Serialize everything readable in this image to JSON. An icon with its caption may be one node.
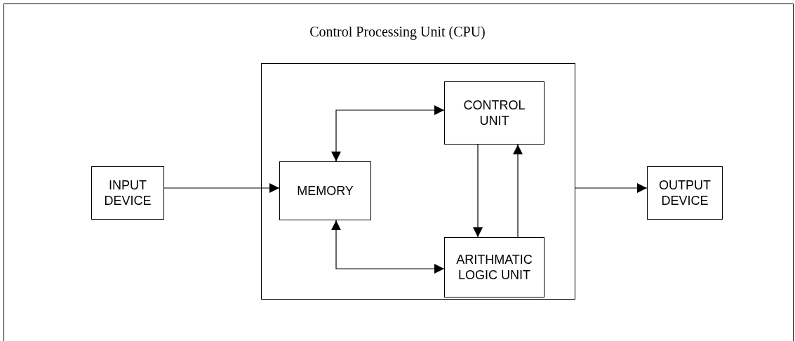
{
  "diagram": {
    "title": "Control Processing Unit (CPU)",
    "nodes": [
      {
        "text": [
          "INPUT DEVICE"
        ]
      },
      {
        "text": [],
        "shape": "box"
      },
      {
        "text": [
          "MEMORY"
        ],
        "in": 1
      },
      {
        "text": [
          "CONTROL UNIT"
        ],
        "in": 1
      },
      {
        "text": [
          "ARITHMATIC LOGIC UNIT"
        ],
        "in": 1
      },
      {
        "text": [
          "OUTPUT DEVICE"
        ]
      }
    ],
    "edges": [
      {
        "from": 0,
        "to": 2,
        "arrow": "to"
      },
      {
        "from": 2,
        "to": 3,
        "arrow": "both"
      },
      {
        "from": 2,
        "to": 4,
        "arrow": "both"
      },
      {
        "from": 3,
        "to": 4,
        "arrow": "to"
      },
      {
        "from": 4,
        "to": 3,
        "arrow": "to"
      },
      {
        "from": 1,
        "to": 5,
        "arrow": "to"
      }
    ]
  }
}
